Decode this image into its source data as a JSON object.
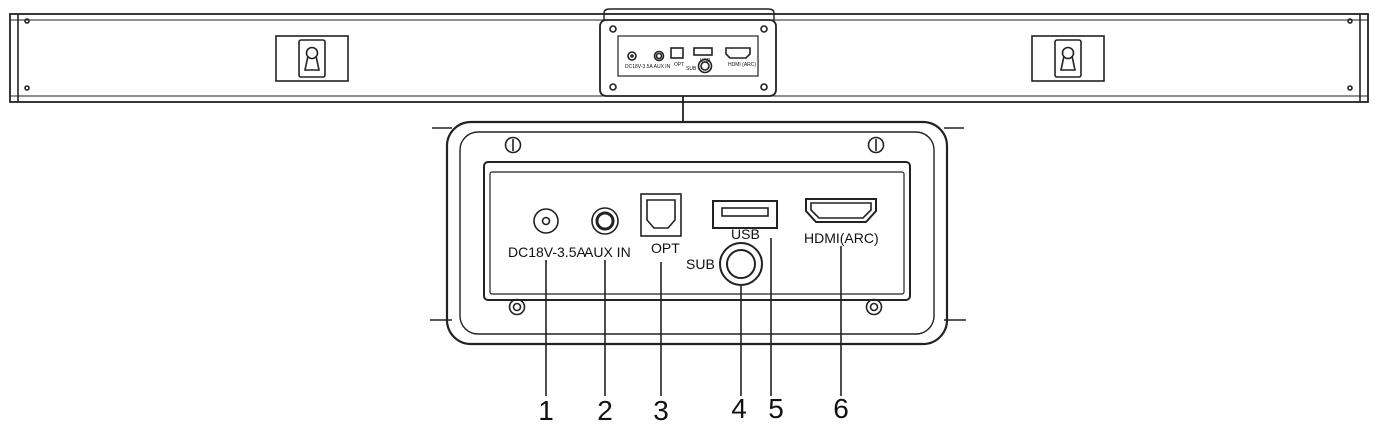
{
  "ports": [
    {
      "id": "dc",
      "label": "DC18V-3.5A",
      "number": "1"
    },
    {
      "id": "aux",
      "label": "AUX IN",
      "number": "2"
    },
    {
      "id": "opt",
      "label": "OPT",
      "number": "3"
    },
    {
      "id": "sub",
      "label": "SUB",
      "number": "4"
    },
    {
      "id": "usb",
      "label": "USB",
      "number": "5"
    },
    {
      "id": "hdmi",
      "label": "HDMI(ARC)",
      "number": "6"
    }
  ],
  "mini_panel": {
    "dc_aux_label": "DC18V-3.5A AUX IN",
    "opt_label": "OPT",
    "usb_label": "USB",
    "hdmi_label": "HDMI (ARC)",
    "sub_label": "SUB"
  },
  "colors": {
    "line": "#222222",
    "background": "#ffffff"
  }
}
